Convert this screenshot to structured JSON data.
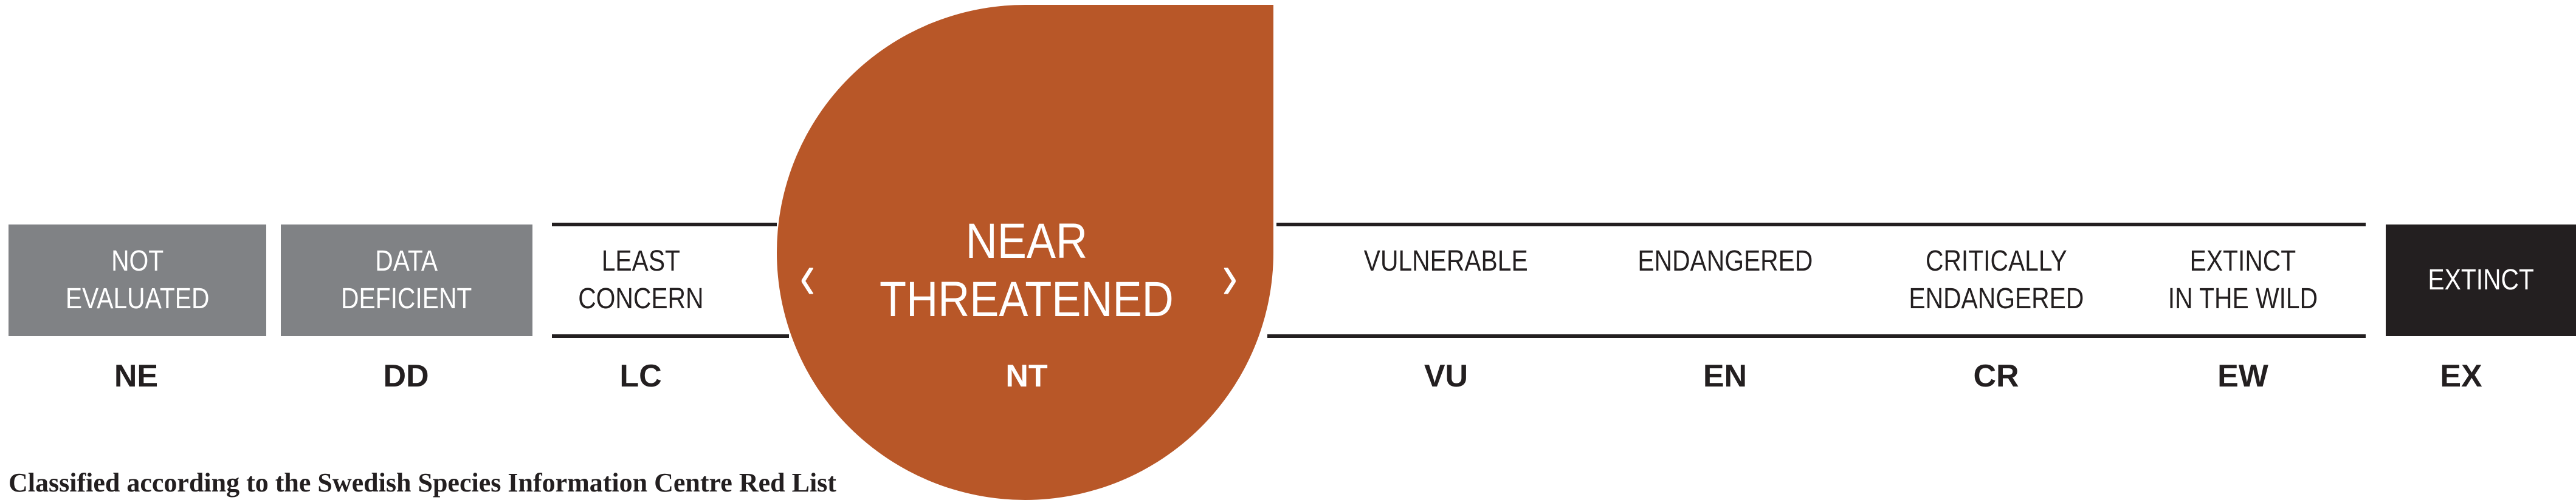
{
  "categories": [
    {
      "label": "NOT\nEVALUATED",
      "code": "NE"
    },
    {
      "label": "DATA\nDEFICIENT",
      "code": "DD"
    },
    {
      "label": "LEAST\nCONCERN",
      "code": "LC"
    },
    {
      "label": "NEAR\nTHREATENED",
      "code": "NT"
    },
    {
      "label": "VULNERABLE",
      "code": "VU"
    },
    {
      "label": "ENDANGERED",
      "code": "EN"
    },
    {
      "label": "CRITICALLY\nENDANGERED",
      "code": "CR"
    },
    {
      "label": "EXTINCT\nIN THE WILD",
      "code": "EW"
    },
    {
      "label": "EXTINCT",
      "code": "EX"
    }
  ],
  "selected": "NT",
  "chevron_left": "‹",
  "chevron_right": "›",
  "caption": "Classified according to the Swedish Species Information Centre Red List",
  "colors": {
    "gray": "#808285",
    "highlight": "#b85728",
    "extinct": "#231f20"
  }
}
